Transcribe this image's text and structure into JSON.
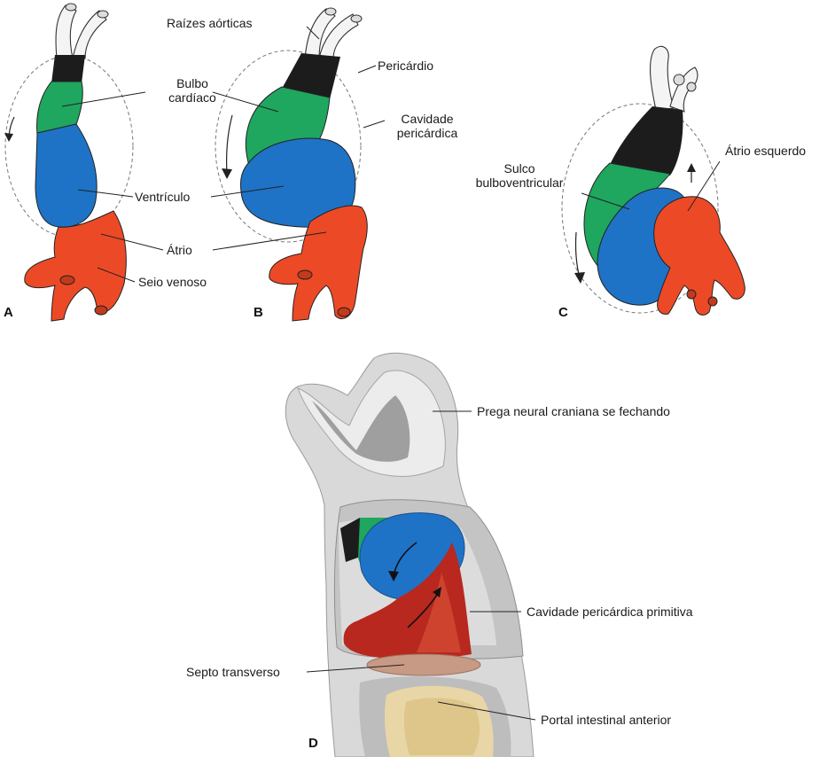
{
  "panels": {
    "a": "A",
    "b": "B",
    "c": "C",
    "d": "D"
  },
  "labels": {
    "raizes_aorticas": "Raízes aórticas",
    "pericardio": "Pericárdio",
    "bulbo_cardiaco": "Bulbo\ncardíaco",
    "cavidade_pericardica": "Cavidade\npericárdica",
    "ventriculo": "Ventrículo",
    "atrio": "Átrio",
    "seio_venoso": "Seio venoso",
    "sulco_bulboventricular": "Sulco\nbulboventricular",
    "atrio_esquerdo": "Átrio esquerdo",
    "prega_neural": "Prega neural craniana se fechando",
    "cavidade_pericardica_primitiva": "Cavidade pericárdica primitiva",
    "septo_transverso": "Septo transverso",
    "portal_intestinal": "Portal intestinal anterior"
  },
  "colors": {
    "bulbus_green": "#1fa65f",
    "ventricle_blue": "#1e73c6",
    "atrium_red": "#ec4a26",
    "outflow_black": "#1c1c1c",
    "atrium_dark_red": "#b8281f",
    "septum_brown": "#c79a86",
    "gut_tan": "#e9d6a6"
  }
}
